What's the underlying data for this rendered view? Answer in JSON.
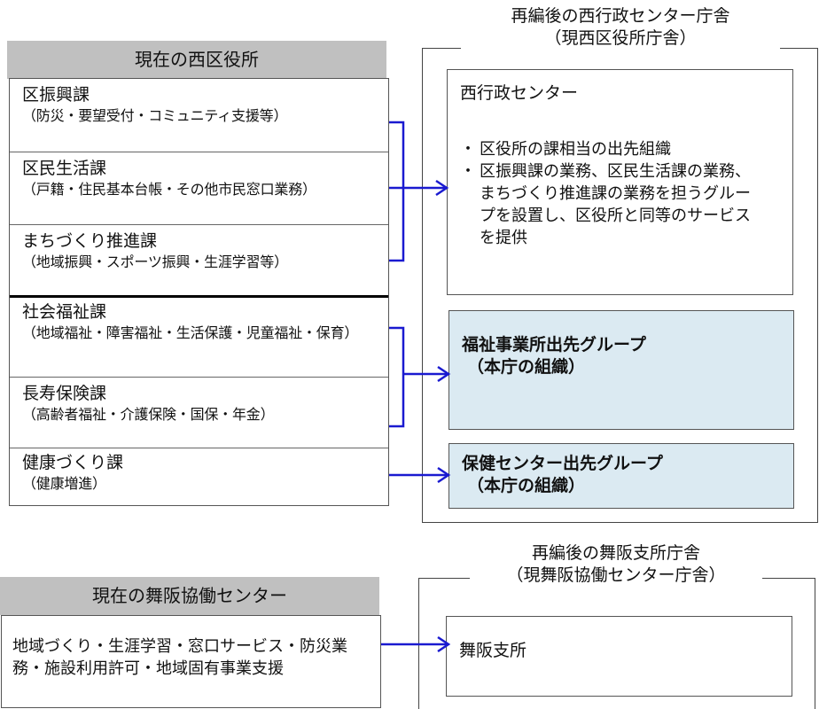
{
  "current_ward_office": {
    "header": "現在の西区役所",
    "sections": [
      {
        "name": "区振興課",
        "desc": "（防災・要望受付・コミュニティ支援等）"
      },
      {
        "name": "区民生活課",
        "desc": "（戸籍・住民基本台帳・その他市民窓口業務）"
      },
      {
        "name": "まちづくり推進課",
        "desc": "（地域振興・スポーツ振興・生涯学習等）"
      },
      {
        "name": "社会福祉課",
        "desc": "（地域福祉・障害福祉・生活保護・児童福祉・保育）"
      },
      {
        "name": "長寿保険課",
        "desc": "（高齢者福祉・介護保険・国保・年金）"
      },
      {
        "name": "健康づくり課",
        "desc": "（健康増進）"
      }
    ]
  },
  "reorganized_west_center": {
    "title_line1": "再編後の西行政センター庁舎",
    "title_line2": "（現西区役所庁舎）",
    "west_center": {
      "title": "西行政センター",
      "bullets": [
        "区役所の課相当の出先組織",
        "区振興課の業務、区民生活課の業務、まちづくり推進課の業務を担うグループを設置し、区役所と同等のサービスを提供"
      ]
    },
    "welfare_group": {
      "title": "福祉事業所出先グループ",
      "sub": "（本庁の組織）"
    },
    "health_group": {
      "title": "保健センター出先グループ",
      "sub": "（本庁の組織）"
    }
  },
  "current_maisaka": {
    "header": "現在の舞阪協働センター",
    "desc": "地域づくり・生涯学習・窓口サービス・防災業務・施設利用許可・地域固有事業支援"
  },
  "reorganized_maisaka": {
    "title_line1": "再編後の舞阪支所庁舎",
    "title_line2": "（現舞阪協働センター庁舎）",
    "branch": {
      "title": "舞阪支所"
    }
  },
  "colors": {
    "header_gray": "#c0c0c0",
    "arrow_blue": "#1a1ad0",
    "group_fill": "#dbeaf2"
  }
}
